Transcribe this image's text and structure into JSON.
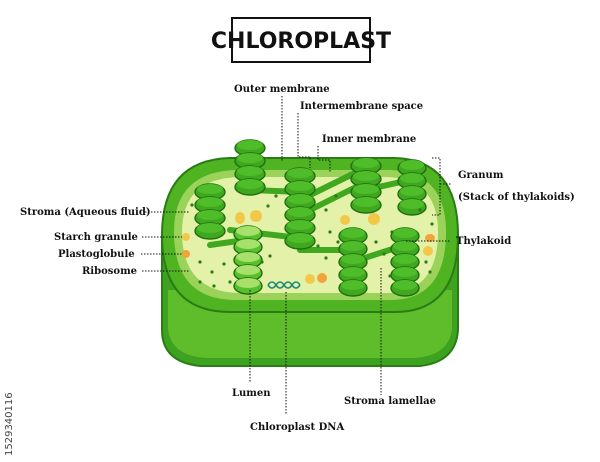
{
  "title": "CHLOROPLAST",
  "labels": {
    "outer_membrane": "Outer membrane",
    "intermembrane_space": "Intermembrane space",
    "inner_membrane": "Inner membrane",
    "granum": "Granum",
    "granum_sub": "(Stack of thylakoids)",
    "stroma": "Stroma (Aqueous fluid)",
    "starch_granule": "Starch granule",
    "plastoglobule": "Plastoglobule",
    "ribosome": "Ribosome",
    "thylakoid": "Thylakoid",
    "lumen": "Lumen",
    "stroma_lamellae": "Stroma lamellae",
    "chloroplast_dna": "Chloroplast DNA"
  },
  "watermark_id": "1529340116",
  "colors": {
    "outer_dark": "#2f9c1b",
    "outer_mid": "#57b52a",
    "inner_light": "#b9e07a",
    "stroma": "#e3f2a8",
    "thylakoid": "#3fa81f",
    "thylakoid_dark": "#1f6f10",
    "starch": "#f2c84a",
    "plastoglobule": "#f0a53a",
    "dot": "#2f7a18"
  }
}
